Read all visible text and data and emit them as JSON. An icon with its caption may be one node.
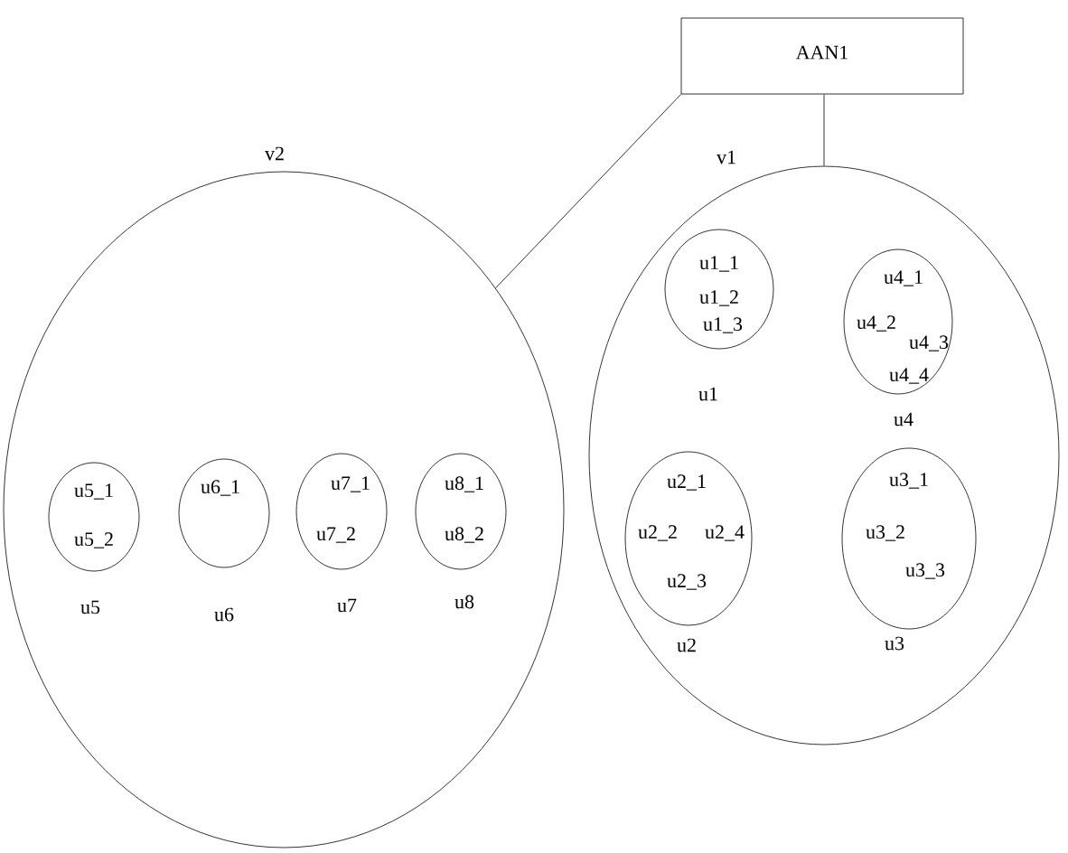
{
  "diagram": {
    "nodes": [
      {
        "text": [
          "AAN1"
        ]
      },
      {
        "text": [
          "v2"
        ]
      },
      {
        "text": [
          "u5_1",
          "u5_2",
          "u5"
        ],
        "in": 1
      },
      {
        "text": [
          "u6_1",
          "u6"
        ],
        "in": 1
      },
      {
        "text": [
          "u7_1",
          "u7_2",
          "u7"
        ],
        "in": 1
      },
      {
        "text": [
          "u8_1",
          "u8_2",
          "u8"
        ],
        "in": 1
      },
      {
        "text": [
          "v1"
        ]
      },
      {
        "text": [
          "u1_1",
          "u1_2",
          "u1_3",
          "u1"
        ],
        "in": 6
      },
      {
        "text": [
          "u4_1",
          "u4_2",
          "u4_3",
          "u4_4",
          "u4"
        ],
        "in": 6
      },
      {
        "text": [
          "u2_1",
          "u2_2",
          "u2_4",
          "u2_3",
          "u2"
        ],
        "in": 6
      },
      {
        "text": [
          "u3_1",
          "u3_2",
          "u3_3",
          "u3"
        ],
        "in": 6
      }
    ],
    "edges": [
      {
        "from": 0,
        "to": 1,
        "arrow": "none"
      },
      {
        "from": 0,
        "to": 6,
        "arrow": "none"
      }
    ]
  }
}
